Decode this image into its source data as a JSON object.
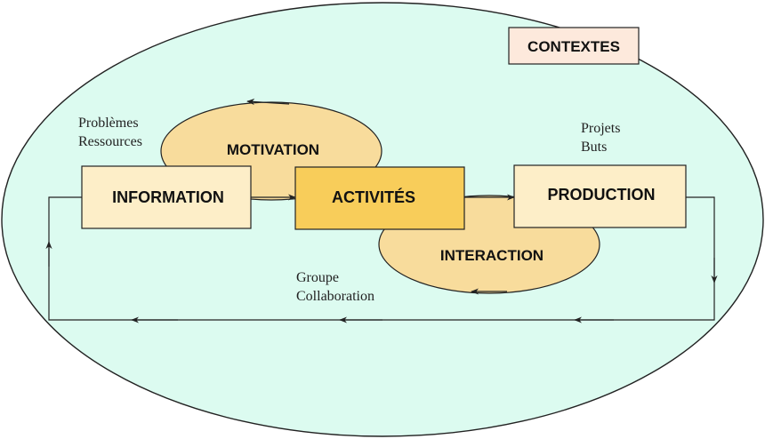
{
  "diagram": {
    "contexts_label": "CONTEXTES",
    "motivation_label": "MOTIVATION",
    "interaction_label": "INTERACTION",
    "boxes": {
      "information": "INFORMATION",
      "activites": "ACTIVITÉS",
      "production": "PRODUCTION"
    },
    "annotations": {
      "problemes": "Problèmes",
      "ressources": "Ressources",
      "projets": "Projets",
      "buts": "Buts",
      "groupe": "Groupe",
      "collaboration": "Collaboration"
    },
    "colors": {
      "background_ellipse": "#dcfbf0",
      "inner_ellipse": "#f8dc9c",
      "box_light": "#fdeec8",
      "box_active": "#f8cd5a",
      "context_tag": "#fde9dc",
      "stroke": "#222222"
    }
  }
}
